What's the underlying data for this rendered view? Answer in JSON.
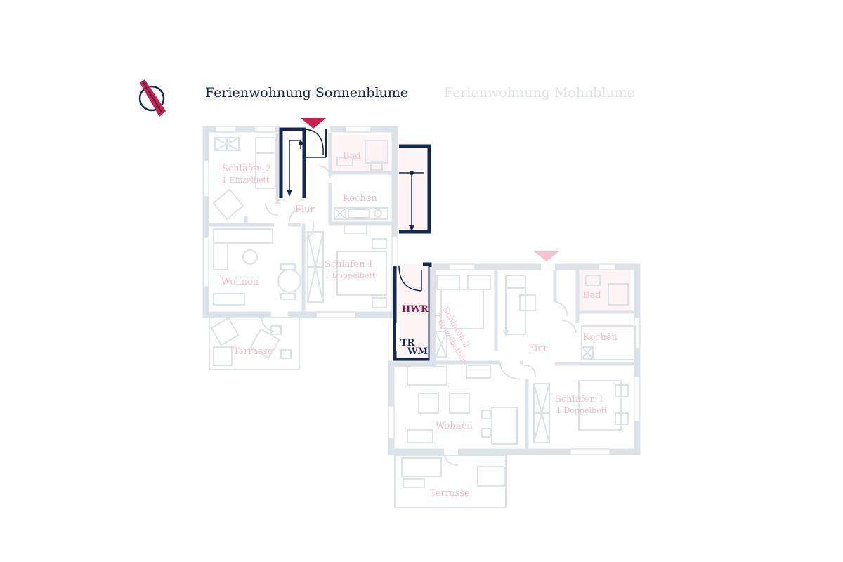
{
  "tabs": [
    {
      "label": "Ferienwohnung Sonnenblume",
      "active": true
    },
    {
      "label": "Ferienwohnung Mohnblume",
      "active": false
    }
  ],
  "colors": {
    "accent": "#cc1d4d",
    "dark": "#14294d",
    "wall": "#dde2e9",
    "room_label": "#efc3cc",
    "fill_pink": "#fdf4f6"
  },
  "icons": {
    "compass": "north-compass-icon",
    "entrance": "entrance-arrow-icon"
  },
  "apartment_1": {
    "rooms": {
      "schlafen2": "Schlafen 2",
      "schlafen2_bed": "1 Einzelbett",
      "bad": "Bad",
      "kochen": "Kochen",
      "flur": "Flur",
      "wohnen": "Wohnen",
      "schlafen1": "Schlafen 1",
      "schlafen1_bed": "1 Doppelbett",
      "terrasse": "Terrasse"
    }
  },
  "storage": {
    "hwr": "HWR",
    "tr": "TR",
    "wm": "WM"
  },
  "apartment_2": {
    "rooms": {
      "bad": "Bad",
      "schlafen2": "Schlafen 2",
      "schlafen2_bed": "2 Einzelbetten",
      "kochen": "Kochen",
      "flur": "Flur",
      "wohnen": "Wohnen",
      "schlafen1": "Schlafen 1",
      "schlafen1_bed": "1 Doppelbett",
      "terrasse": "Terrasse"
    }
  }
}
